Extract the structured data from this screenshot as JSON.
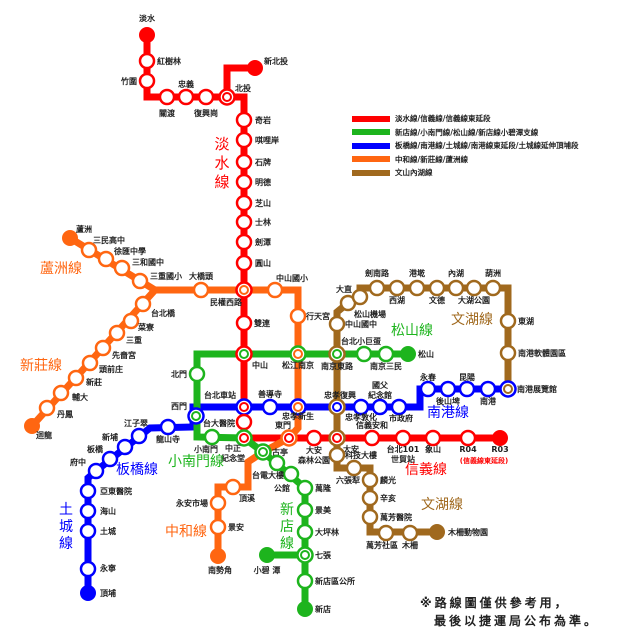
{
  "colors": {
    "red": "#ff0000",
    "green": "#1db41d",
    "blue": "#0000ff",
    "orange": "#ff6611",
    "brown": "#a0691e"
  },
  "legend": [
    {
      "color": "red",
      "label": "淡水線/信義線/信義線東延段"
    },
    {
      "color": "green",
      "label": "新店線/小南門線/松山線/新店線小碧潭支線"
    },
    {
      "color": "blue",
      "label": "板橋線/南港線/土城線/南港線東延段/土城線延伸頂埔段"
    },
    {
      "color": "orange",
      "label": "中和線/新莊線/蘆洲線"
    },
    {
      "color": "brown",
      "label": "文山內湖線"
    }
  ],
  "line_names": {
    "tamsui": "淡水線",
    "luzhou": "蘆洲線",
    "xinzhuang": "新莊線",
    "banqiao": "板橋線",
    "tucheng": "土城線",
    "xiaonanmen": "小南門線",
    "zhonghe": "中和線",
    "xindian": "新店線",
    "songshan": "松山線",
    "wenhu_north": "文湖線",
    "nangang": "南港線",
    "xinyi": "信義線",
    "wenhu_south": "文湖線"
  },
  "stations": {
    "tamsui": "淡水",
    "hongshulin": "紅樹林",
    "zhuwei": "竹圍",
    "guandu": "關渡",
    "zhongyi": "忠義",
    "fuxinggang": "復興崗",
    "beitou": "北投",
    "xinbeitou": "新北投",
    "qiyan": "奇岩",
    "qilian": "唭哩岸",
    "shipai": "石牌",
    "mingde": "明德",
    "zhishan": "芝山",
    "shilin": "士林",
    "jiantan": "劍潭",
    "yuanshan": "圓山",
    "minquan": "民權西路",
    "shuanglian": "雙連",
    "zhongshan": "中山",
    "taipeimain": "台北車站",
    "ntuh": "台大醫院",
    "cks_1": "中正",
    "cks_2": "紀念堂",
    "dongmen": "東門",
    "daanpark_1": "大安",
    "daanpark_2": "森林公園",
    "daan": "大安",
    "xinyianhe": "信義安和",
    "taipei101_1": "台北101",
    "taipei101_2": "世貿站",
    "xiangshan": "象山",
    "r04": "R04",
    "r03": "R03",
    "r03_note": "(信義線東延段)",
    "luzhou": "蘆洲",
    "sanmin": "三民高中",
    "xuhui": "徐匯中學",
    "sanhe": "三和國中",
    "sanchong_es": "三重國小",
    "daqiaotou": "大橋頭",
    "zhongshan_es": "中山國小",
    "xingtian": "行天宮",
    "songjiang": "松江南京",
    "zhongxiaoxinsheng": "忠孝新生",
    "taipeibridge": "台北橋",
    "cailiao": "菜寮",
    "sanchong": "三重",
    "xianse": "先嗇宮",
    "touqian": "頭前庄",
    "xinzhuang": "新莊",
    "fuda": "輔大",
    "danfeng": "丹鳳",
    "huilong": "迴龍",
    "guting": "古亭",
    "dingxi": "頂溪",
    "yongan": "永安市場",
    "jingan": "景安",
    "nanshijiao": "南勢角",
    "dingpu": "頂埔",
    "yongning": "永寧",
    "tucheng": "土城",
    "haishan": "海山",
    "yadong": "亞東醫院",
    "fuzhong": "府中",
    "banqiao": "板橋",
    "xinpu": "新埔",
    "jiangzicui": "江子翠",
    "longshan": "龍山寺",
    "ximen": "西門",
    "shandao": "善導寺",
    "zhongxiaofuxing": "忠孝復興",
    "zhongxiaodunhua": "忠孝敦化",
    "sunyatsen_1": "國父",
    "sunyatsen_2": "紀念館",
    "cityhall": "市政府",
    "yongchun": "永春",
    "houshanpi": "後山埤",
    "kunyang": "昆陽",
    "nangang": "南港",
    "nangangexhib": "南港展覽館",
    "xindian": "新店",
    "xindiancity": "新店區公所",
    "qizhang": "七張",
    "dapinglin": "大坪林",
    "jingmei": "景美",
    "wanlong": "萬隆",
    "gongguan": "公館",
    "taipower": "台電大樓",
    "xiaonanmen": "小南門",
    "beimen": "北門",
    "nanjingfuxing": "南京東路",
    "arena": "台北小巨蛋",
    "nanjingsanmin": "南京三民",
    "songshan": "松山",
    "xiaobitan": "小碧 潭",
    "zoo": "木柵動物園",
    "muzha": "木柵",
    "wanfangcomm": "萬芳社區",
    "wanfanghosp": "萬芳醫院",
    "xinhai": "辛亥",
    "linguang": "麟光",
    "liuzhangli": "六張犁",
    "technology": "科技大樓",
    "zhongshanjh": "中山國中",
    "songshanairport": "松山機場",
    "dazhi": "大直",
    "jiannan": "劍南路",
    "xihu": "西湖",
    "gangqian": "港墘",
    "wende": "文德",
    "neihu": "內湖",
    "dahu": "大湖公園",
    "huzhou": "葫洲",
    "donghu": "東湖",
    "softwarepark": "南港軟體園區"
  },
  "note": {
    "line1": "※路線圖僅供參考用，",
    "line2": "最後以捷運局公布為準。"
  }
}
